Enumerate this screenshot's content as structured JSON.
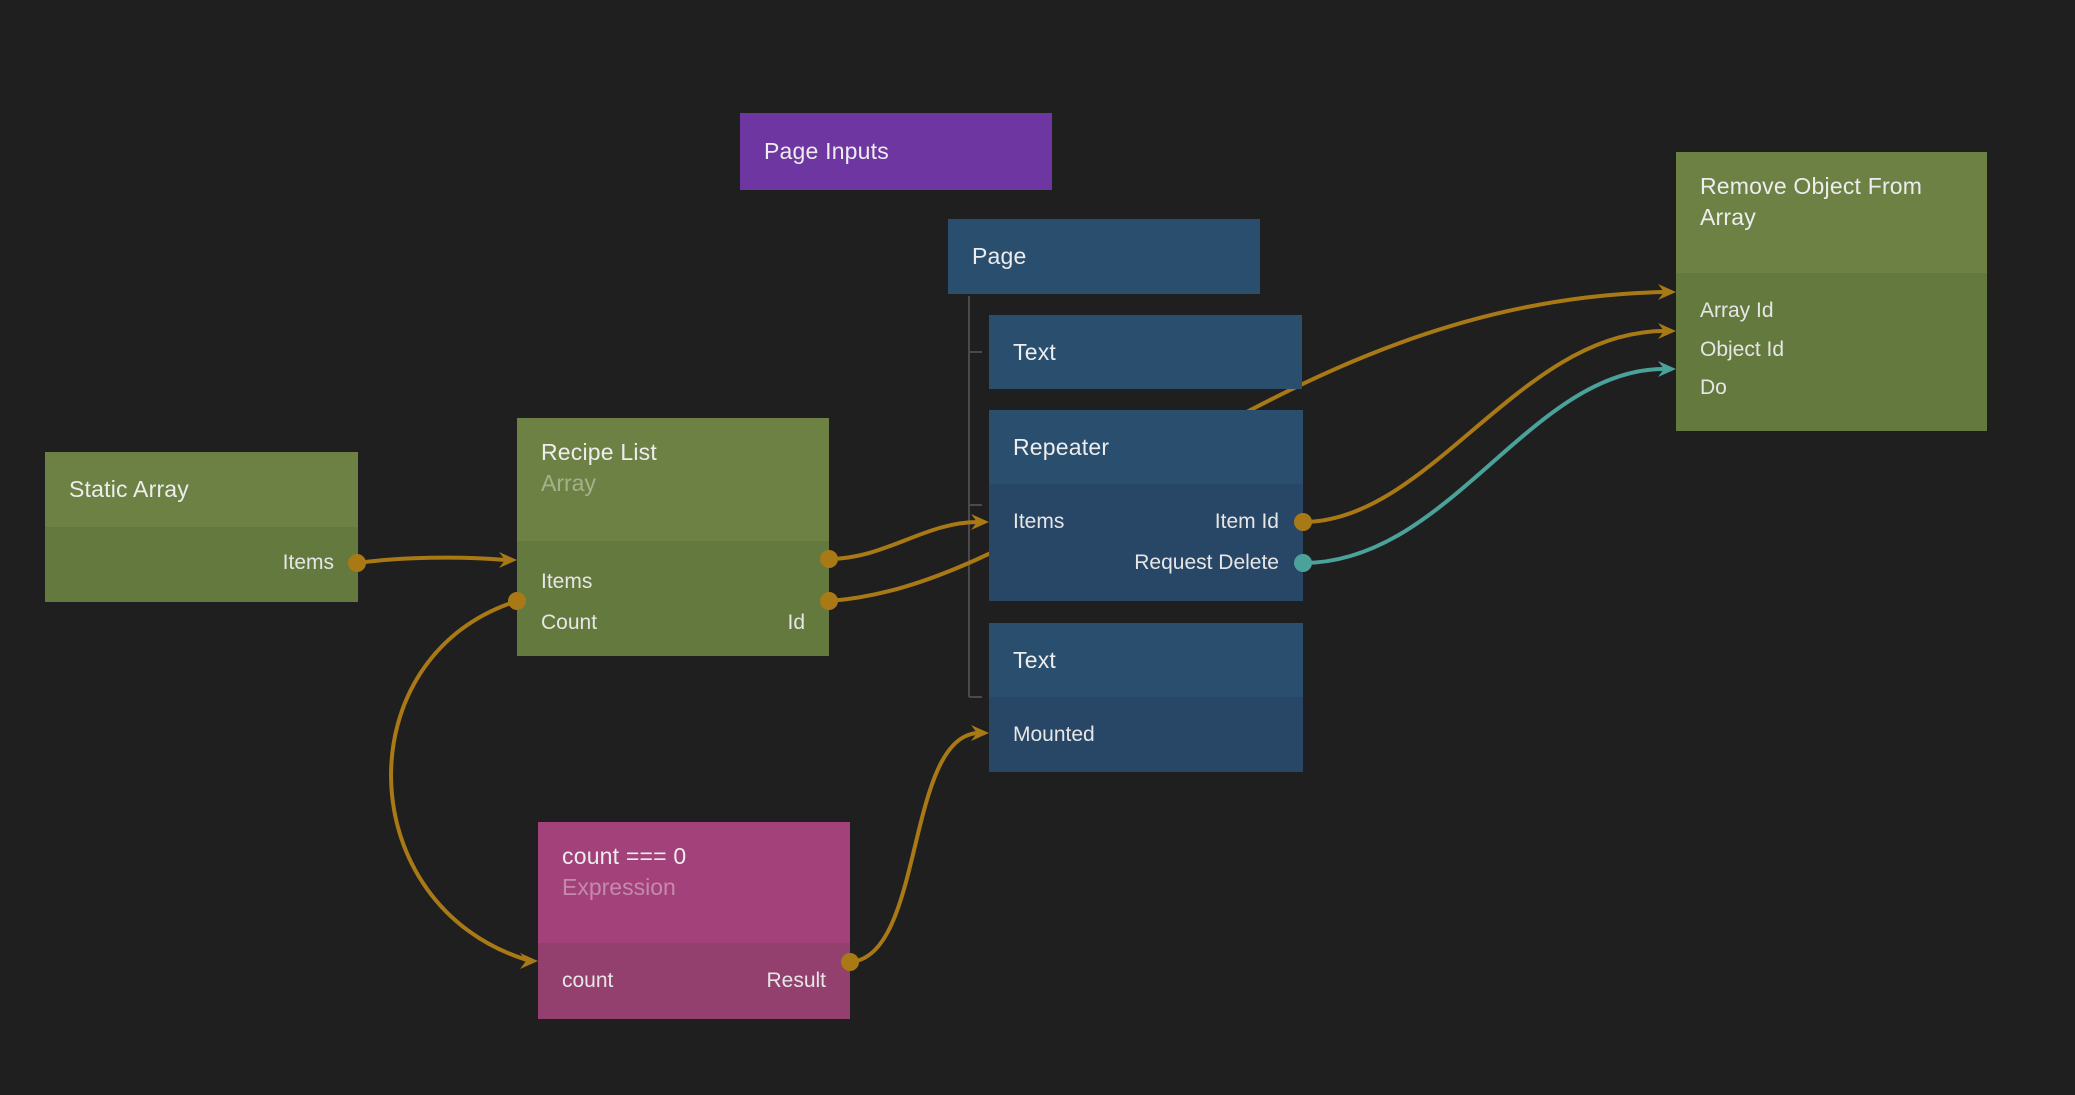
{
  "canvas": {
    "background": "#1f1f1f"
  },
  "colors": {
    "canvas_bg": "#1f1f1f",
    "wire_orange": "#a97916",
    "wire_teal": "#4aa29a",
    "tree_line": "#4a4a4a",
    "node_blue_header": "#2a4e6d",
    "node_blue_body": "#284766",
    "node_green_header": "#6d8145",
    "node_green_body": "#64793e",
    "node_purple": "#6e36a0",
    "node_magenta_header": "#a2417a",
    "node_magenta_body": "#93406f",
    "title_text": "#ededed"
  },
  "nodes": {
    "page_inputs": {
      "title": "Page Inputs"
    },
    "page": {
      "title": "Page"
    },
    "text_top": {
      "title": "Text"
    },
    "repeater": {
      "title": "Repeater",
      "ports": {
        "items": "Items",
        "item_id": "Item Id",
        "request_delete": "Request Delete"
      }
    },
    "text_bottom": {
      "title": "Text",
      "ports": {
        "mounted": "Mounted"
      }
    },
    "static_array": {
      "title": "Static Array",
      "ports": {
        "items": "Items"
      }
    },
    "recipe_list": {
      "title": "Recipe List",
      "subtitle": "Array",
      "ports": {
        "items": "Items",
        "count": "Count",
        "id": "Id"
      }
    },
    "expression": {
      "title": "count === 0",
      "subtitle": "Expression",
      "ports": {
        "count": "count",
        "result": "Result"
      }
    },
    "remove_object": {
      "title": "Remove Object From Array",
      "ports": {
        "array_id": "Array Id",
        "object_id": "Object Id",
        "do": "Do"
      }
    }
  },
  "connections": [
    {
      "from": "Static Array.Items",
      "to": "Recipe List.Items",
      "color": "orange"
    },
    {
      "from": "Recipe List.Items",
      "to": "Repeater.Items",
      "color": "orange"
    },
    {
      "from": "Recipe List.Id",
      "to": "Remove Object From Array.Array Id",
      "color": "orange"
    },
    {
      "from": "Recipe List.Count",
      "to": "count === 0.count",
      "color": "orange"
    },
    {
      "from": "count === 0.Result",
      "to": "Text.Mounted",
      "color": "orange"
    },
    {
      "from": "Repeater.Item Id",
      "to": "Remove Object From Array.Object Id",
      "color": "orange"
    },
    {
      "from": "Repeater.Request Delete",
      "to": "Remove Object From Array.Do",
      "color": "teal"
    }
  ],
  "hierarchy": {
    "parent": "Page",
    "children": [
      "Text",
      "Repeater",
      "Text"
    ]
  }
}
